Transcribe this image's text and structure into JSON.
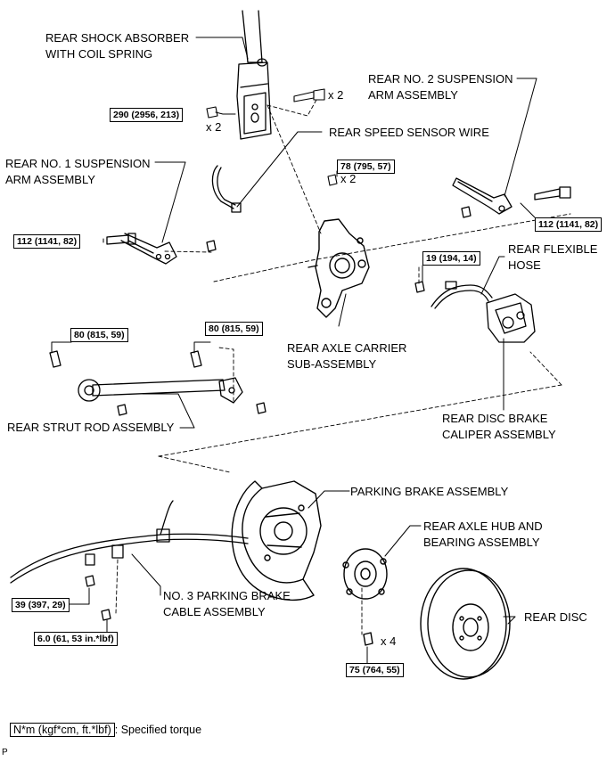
{
  "labels": {
    "shock": "REAR SHOCK ABSORBER\nWITH COIL SPRING",
    "speed_sensor": "REAR SPEED SENSOR WIRE",
    "arm2": "REAR NO. 2 SUSPENSION\nARM ASSEMBLY",
    "arm1": "REAR NO. 1 SUSPENSION\nARM ASSEMBLY",
    "flex_hose": "REAR FLEXIBLE\nHOSE",
    "carrier": "REAR AXLE CARRIER\nSUB-ASSEMBLY",
    "strut_rod": "REAR STRUT ROD ASSEMBLY",
    "caliper": "REAR DISC BRAKE\nCALIPER ASSEMBLY",
    "parking_brake": "PARKING BRAKE ASSEMBLY",
    "hub": "REAR AXLE HUB AND\nBEARING ASSEMBLY",
    "cable": "NO. 3 PARKING BRAKE\nCABLE ASSEMBLY",
    "disc": "REAR DISC"
  },
  "torques": {
    "t1": "290 (2956, 213)",
    "t2": "78 (795, 57)",
    "t3": "112 (1141, 82)",
    "t4": "112 (1141, 82)",
    "t5": "19 (194, 14)",
    "t6": "80 (815, 59)",
    "t7": "80 (815, 59)",
    "t8": "39 (397, 29)",
    "t9": "6.0 (61, 53 in.*lbf)",
    "t10": "75 (764, 55)"
  },
  "multipliers": {
    "m1": "x 2",
    "m2": "x 2",
    "m3": "x 2",
    "m4": "x 4"
  },
  "legend": {
    "unit": "N*m (kgf*cm, ft.*lbf)",
    "text": ": Specified torque"
  },
  "corner_mark": "P"
}
